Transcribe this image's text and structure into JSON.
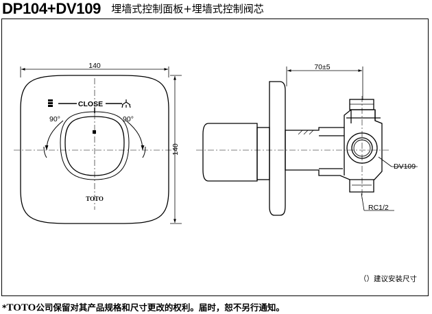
{
  "header": {
    "model": "DP104+DV109",
    "subtitle": "埋墙式控制面板+埋墙式控制阀芯"
  },
  "front_view": {
    "width_dim": "140",
    "height_dim": "140",
    "close_label": "CLOSE",
    "angle_left": "90°",
    "angle_right": "90°",
    "brand": "TOTO"
  },
  "side_view": {
    "depth_dim": "70±5",
    "callout_valve": "DV109",
    "callout_thread": "RC1/2"
  },
  "note": "（）建议安装尺寸",
  "footer": {
    "prefix": "*",
    "brand": "TOTO",
    "text": "公司保留对其产品规格和尺寸更改的权利。届时，恕不另行通知。"
  }
}
